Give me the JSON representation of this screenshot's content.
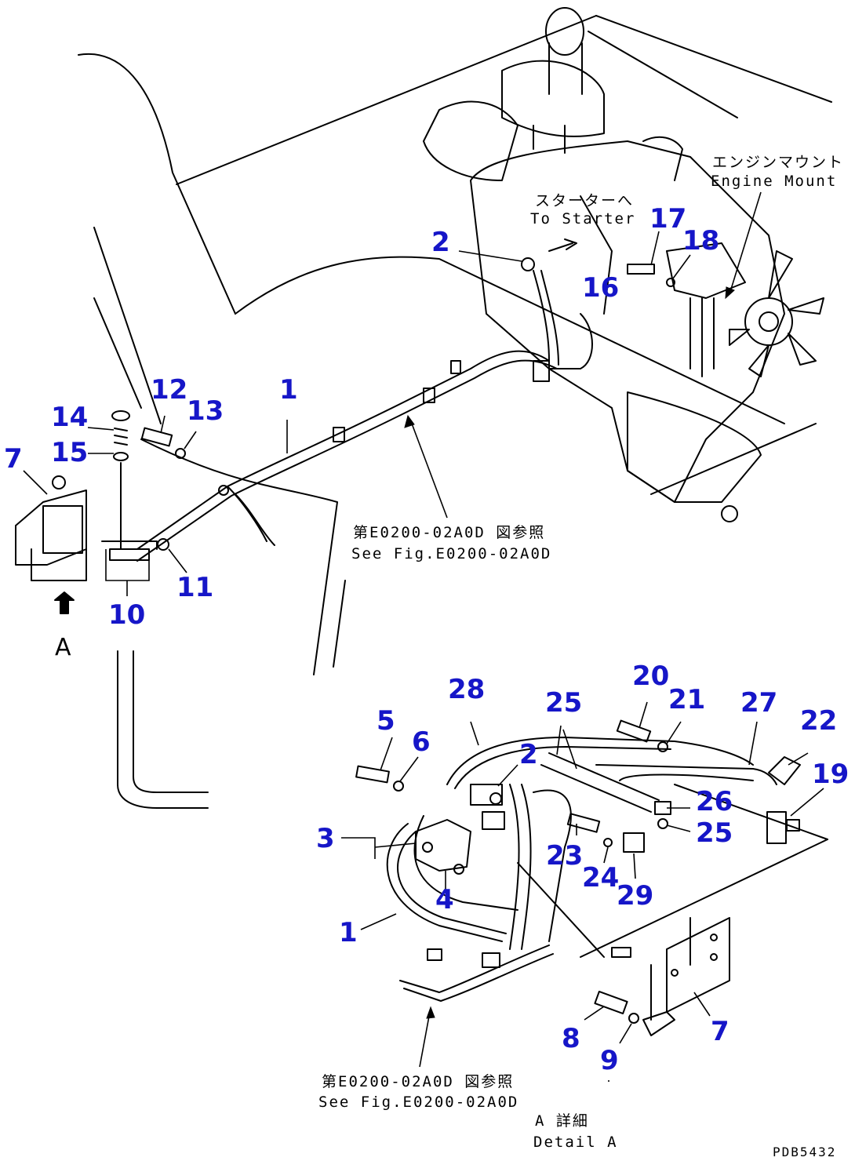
{
  "labels": {
    "engine_mount_jp": "エンジンマウント",
    "engine_mount_en": "Engine Mount",
    "to_starter_jp": "スターターへ",
    "to_starter_en": "To Starter",
    "see_fig_top_jp": "第E0200-02A0D 図参照",
    "see_fig_top_en": "See Fig.E0200-02A0D",
    "see_fig_bottom_jp": "第E0200-02A0D 図参照",
    "see_fig_bottom_en": "See Fig.E0200-02A0D",
    "view_a": "A",
    "detail_a_jp": "A 詳細",
    "detail_a_en": "Detail A",
    "drawing_code": "PDB5432"
  },
  "callouts": {
    "c1a": "1",
    "c2a": "2",
    "c7a": "7",
    "c10": "10",
    "c11": "11",
    "c12": "12",
    "c13": "13",
    "c14": "14",
    "c15": "15",
    "c16": "16",
    "c17": "17",
    "c18": "18",
    "c1b": "1",
    "c2b": "2",
    "c3": "3",
    "c4": "4",
    "c5": "5",
    "c6": "6",
    "c7b": "7",
    "c8": "8",
    "c9": "9",
    "c19": "19",
    "c20": "20",
    "c21": "21",
    "c22": "22",
    "c23": "23",
    "c24": "24",
    "c25a": "25",
    "c25b": "25",
    "c26": "26",
    "c27": "27",
    "c28": "28",
    "c29": "29"
  },
  "colors": {
    "callout": "#1616c8",
    "line": "#000000",
    "background": "#ffffff"
  }
}
